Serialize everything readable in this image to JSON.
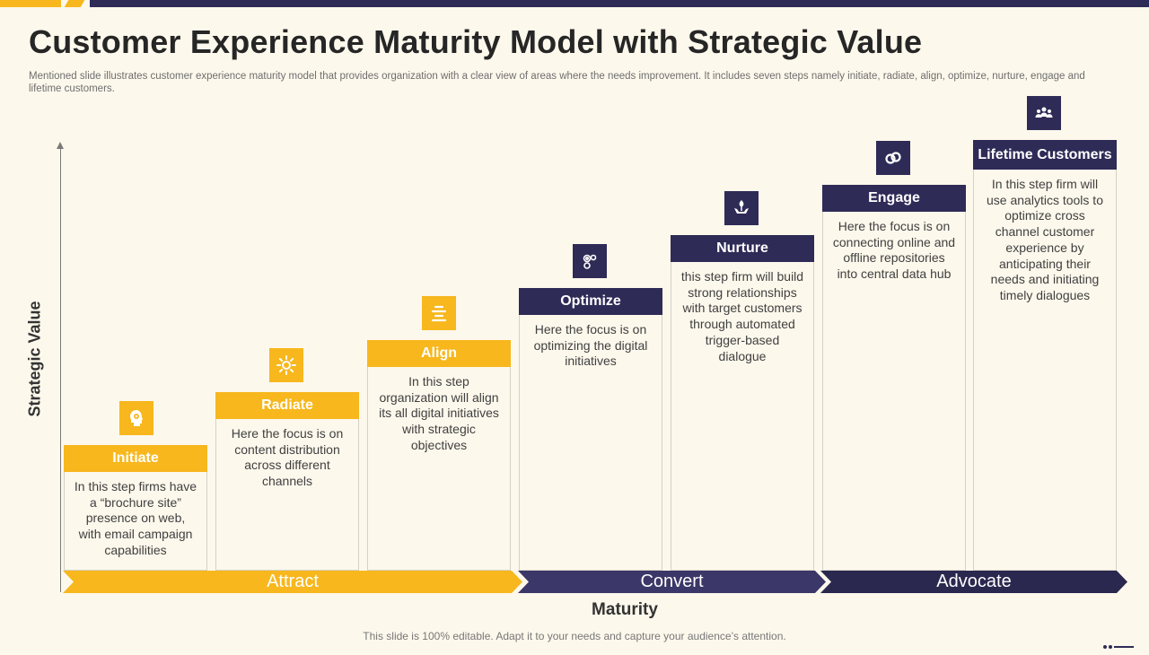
{
  "header": {
    "title": "Customer Experience Maturity Model with Strategic Value",
    "subtitle": "Mentioned slide illustrates customer experience maturity model that provides organization with a clear view of areas where the needs improvement. It includes seven steps namely initiate, radiate, align, optimize, nurture, engage and lifetime customers."
  },
  "axes": {
    "y_label": "Strategic Value",
    "x_label": "Maturity"
  },
  "steps": [
    {
      "title": "Initiate",
      "text": "In this step firms have a “brochure site” presence on web, with email campaign capabilities",
      "icon": "head-bulb-icon",
      "color": "#f7b71d"
    },
    {
      "title": "Radiate",
      "text": "Here the focus is on content distribution across different channels",
      "icon": "sun-icon",
      "color": "#f7b71d"
    },
    {
      "title": "Align",
      "text": "In this step organization will align its all digital initiatives with strategic objectives",
      "icon": "align-lines-icon",
      "color": "#f7b71d"
    },
    {
      "title": "Optimize",
      "text": "Here the focus is on optimizing the digital initiatives",
      "icon": "gears-icon",
      "color": "#2e2b57"
    },
    {
      "title": "Nurture",
      "text": "this step firm will build strong relationships with target customers through automated trigger-based dialogue",
      "icon": "hands-plant-icon",
      "color": "#2e2b57"
    },
    {
      "title": "Engage",
      "text": "Here the focus is on connecting online and offline repositories into central data hub",
      "icon": "link-icon",
      "color": "#2e2b57"
    },
    {
      "title": "Lifetime Customers",
      "text": "In this step firm will use analytics tools to optimize cross channel customer experience by anticipating their needs and initiating timely dialogues",
      "icon": "people-group-icon",
      "color": "#2e2b57"
    }
  ],
  "bands": [
    {
      "label": "Attract",
      "color": "#f7b71d"
    },
    {
      "label": "Convert",
      "color": "#3b3768"
    },
    {
      "label": "Advocate",
      "color": "#2a284f"
    }
  ],
  "footer": {
    "text": "This slide is 100% editable. Adapt it to your needs and capture your audience’s attention."
  },
  "colors": {
    "accent_yellow": "#f7b71d",
    "navy": "#2e2b57",
    "background": "#fdf8ec"
  }
}
